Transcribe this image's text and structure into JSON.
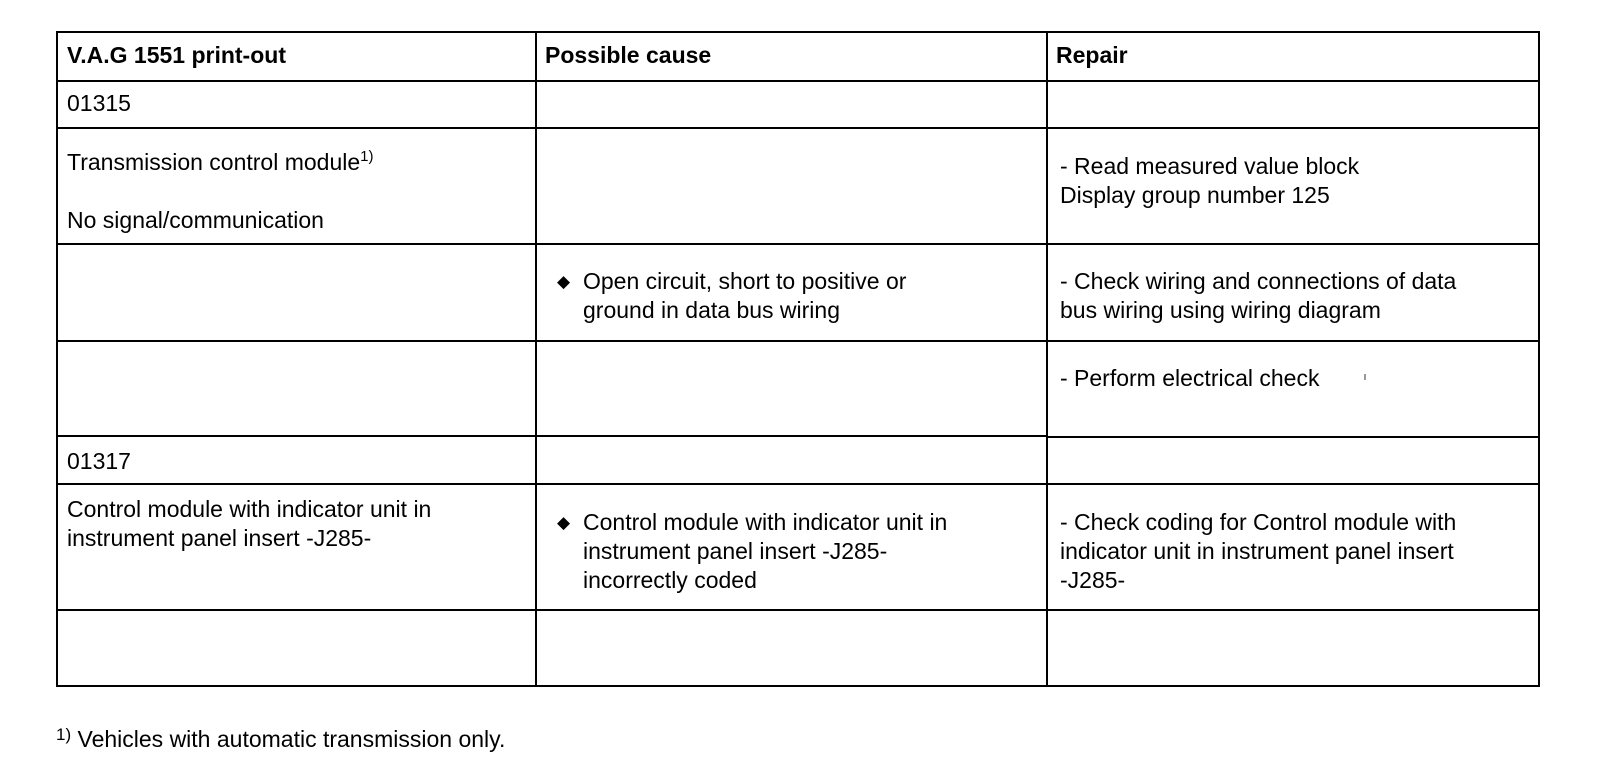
{
  "table": {
    "headers": [
      "V.A.G 1551 print-out",
      "Possible cause",
      "Repair"
    ],
    "rows": [
      {
        "code": "01315"
      },
      {
        "printout_main": "Transmission control module",
        "printout_sup": "1)",
        "printout_sub": "No signal/communication",
        "repair": "- Read measured value block\nDisplay group number 125"
      },
      {
        "cause": "Open circuit, short to positive or\nground in data bus wiring",
        "repair": "- Check wiring and connections of data\nbus wiring using wiring diagram"
      },
      {
        "repair": "- Perform electrical check"
      },
      {
        "code": "01317"
      },
      {
        "printout": "Control module with indicator unit in\ninstrument panel insert -J285-",
        "cause": "Control module with indicator unit in\ninstrument panel insert -J285-\nincorrectly coded",
        "repair": "- Check coding for Control module with\nindicator unit in instrument panel insert\n-J285-"
      },
      {}
    ]
  },
  "footnote": {
    "mark": "1)",
    "text": "Vehicles with automatic transmission only."
  },
  "icons": {
    "bullet": "diamond-bullet-icon"
  }
}
